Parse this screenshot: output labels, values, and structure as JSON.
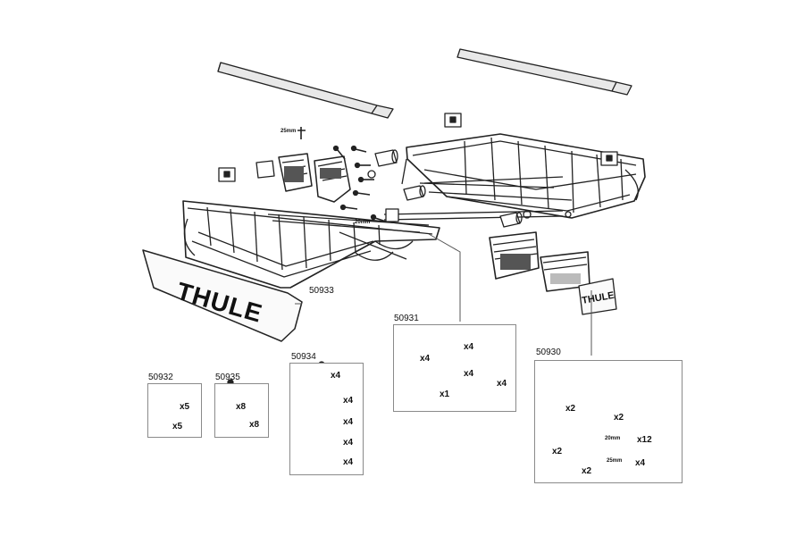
{
  "brand": {
    "logo_text": "THULE"
  },
  "main_labels": {
    "wind_fairing": "50933"
  },
  "screw_labels": {
    "screw_25mm": "25mm",
    "screw_20mm": "20mm"
  },
  "kit_50931": {
    "code": "50931",
    "q_bracket": "x4",
    "q_pad": "x4",
    "q_washer": "x4",
    "q_bolt": "x4",
    "q_key": "x1"
  },
  "kit_50930": {
    "code": "50930",
    "q_clamp_top": "x2",
    "q_clamp_plate": "x2",
    "q_logo": "x2",
    "q_20mm": "20mm",
    "q_20mm_count": "x12",
    "q_cap": "x2",
    "q_25mm": "25mm",
    "q_25mm_count": "x4"
  },
  "kit_50932": {
    "code": "50932",
    "q_clip": "x5",
    "q_nut": "x5"
  },
  "kit_50935": {
    "code": "50935",
    "q_pin": "x8",
    "q_cap": "x8"
  },
  "kit_50934": {
    "code": "50934",
    "q_screw": "x4",
    "q_cover": "x4",
    "q_clamp": "x4",
    "q_mount": "x4",
    "q_strap": "x4"
  }
}
